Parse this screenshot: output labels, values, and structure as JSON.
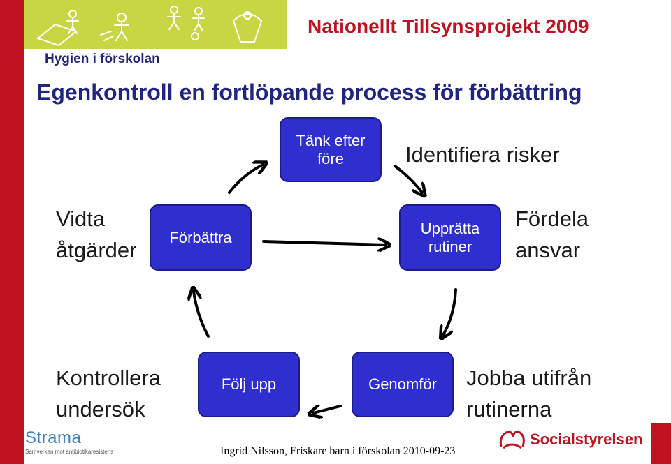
{
  "header": {
    "project_title": "Nationellt Tillsynsprojekt 2009",
    "subtitle": "Hygien i förskolan"
  },
  "slide": {
    "title": "Egenkontroll en fortlöpande process för förbättring"
  },
  "boxes": {
    "tank_line1": "Tänk efter",
    "tank_line2": "före",
    "upprata_line1": "Upprätta",
    "upprata_line2": "rutiner",
    "genomfor": "Genomför",
    "folj_upp": "Följ upp",
    "forbattra": "Förbättra"
  },
  "labels": {
    "identifiera": "Identifiera risker",
    "fordela_line1": "Fördela",
    "fordela_line2": "ansvar",
    "jobba_line1": "Jobba utifrån",
    "jobba_line2": "rutinerna",
    "kontrollera_line1": "Kontrollera",
    "kontrollera_line2": "undersök",
    "vidta_line1": "Vidta",
    "vidta_line2": "åtgärder"
  },
  "footer": {
    "credit": "Ingrid Nilsson, Friskare barn i förskolan 2010-09-23",
    "strama_name": "Strama",
    "strama_tagline": "Samverkan mot antibiotikaresistens",
    "socialstyrelsen": "Socialstyrelsen"
  },
  "colors": {
    "brand_red": "#c0121f",
    "box_blue": "#2f2fcf",
    "title_navy": "#1f2580",
    "header_green": "#c8d644"
  }
}
